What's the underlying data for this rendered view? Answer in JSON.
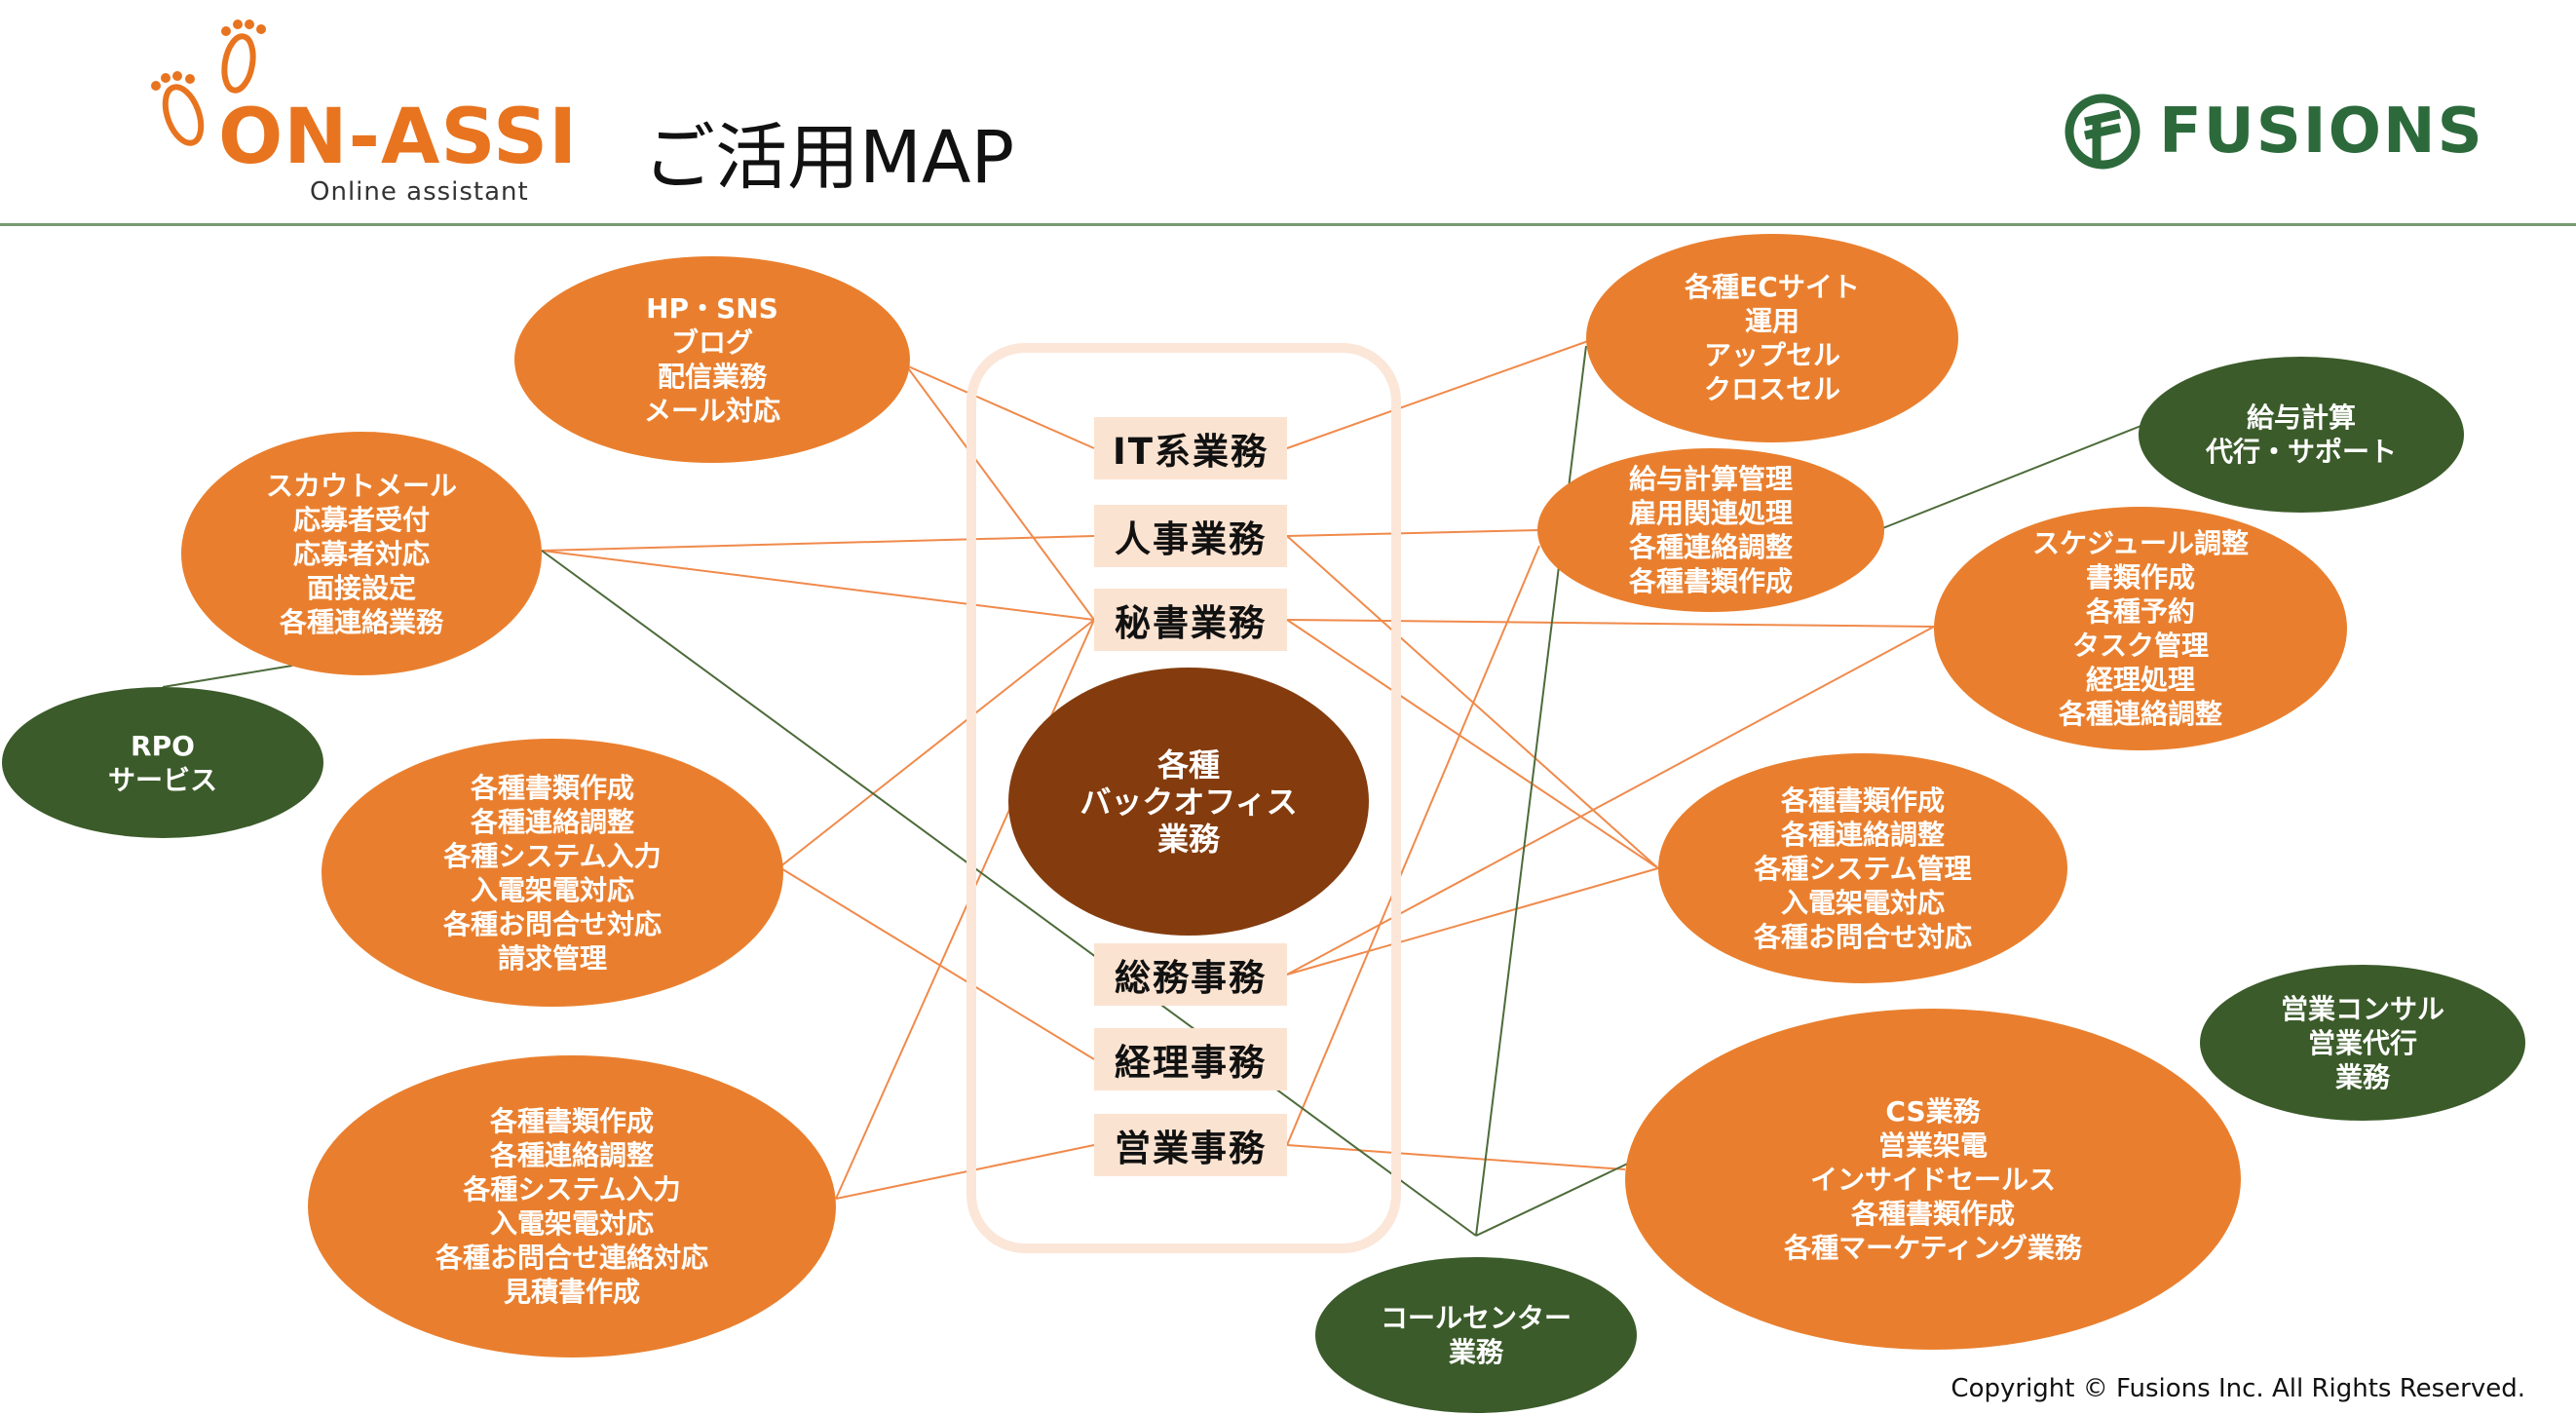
{
  "header": {
    "logo_text": "ON-ASSI",
    "logo_subtitle": "Online  assistant",
    "title": "ご活用MAP",
    "brand": "FUSIONS"
  },
  "colors": {
    "orange": "#e97f2e",
    "dark_green": "#3b5b2a",
    "brown_center": "#843c0e",
    "category_bg": "#fbe3d1",
    "brand_green": "#2c6a3c"
  },
  "center": {
    "lines": [
      "各種",
      "バックオフィス",
      "業務"
    ]
  },
  "categories": [
    {
      "id": "it",
      "label": "IT系業務"
    },
    {
      "id": "hr",
      "label": "人事業務"
    },
    {
      "id": "sec",
      "label": "秘書業務"
    },
    {
      "id": "ga",
      "label": "総務事務"
    },
    {
      "id": "acc",
      "label": "経理事務"
    },
    {
      "id": "sales",
      "label": "営業事務"
    }
  ],
  "bubbles": [
    {
      "id": "hp",
      "color": "orange",
      "lines": [
        "HP・SNS",
        "ブログ",
        "配信業務",
        "メール対応"
      ]
    },
    {
      "id": "scout",
      "color": "orange",
      "lines": [
        "スカウトメール",
        "応募者受付",
        "応募者対応",
        "面接設定",
        "各種連絡業務"
      ]
    },
    {
      "id": "rpo",
      "color": "green",
      "lines": [
        "RPO",
        "サービス"
      ]
    },
    {
      "id": "left_mid",
      "color": "orange",
      "lines": [
        "各種書類作成",
        "各種連絡調整",
        "各種システム入力",
        "入電架電対応",
        "各種お問合せ対応",
        "請求管理"
      ]
    },
    {
      "id": "left_bottom",
      "color": "orange",
      "lines": [
        "各種書類作成",
        "各種連絡調整",
        "各種システム入力",
        "入電架電対応",
        "各種お問合せ連絡対応",
        "見積書作成"
      ]
    },
    {
      "id": "callcenter",
      "color": "green",
      "lines": [
        "コールセンター",
        "業務"
      ]
    },
    {
      "id": "ec",
      "color": "orange",
      "lines": [
        "各種ECサイト",
        "運用",
        "アップセル",
        "クロスセル"
      ]
    },
    {
      "id": "payroll",
      "color": "orange",
      "lines": [
        "給与計算管理",
        "雇用関連処理",
        "各種連絡調整",
        "各種書類作成"
      ]
    },
    {
      "id": "payroll_svc",
      "color": "green",
      "lines": [
        "給与計算",
        "代行・サポート"
      ]
    },
    {
      "id": "schedule",
      "color": "orange",
      "lines": [
        "スケジュール調整",
        "書類作成",
        "各種予約",
        "タスク管理",
        "経理処理",
        "各種連絡調整"
      ]
    },
    {
      "id": "right_mid",
      "color": "orange",
      "lines": [
        "各種書類作成",
        "各種連絡調整",
        "各種システム管理",
        "入電架電対応",
        "各種お問合せ対応"
      ]
    },
    {
      "id": "consul",
      "color": "green",
      "lines": [
        "営業コンサル",
        "営業代行",
        "業務"
      ]
    },
    {
      "id": "cs",
      "color": "orange",
      "lines": [
        "CS業務",
        "営業架電",
        "インサイドセールス",
        "各種書類作成",
        "各種マーケティング業務"
      ]
    }
  ],
  "copyright": "Copyright © Fusions Inc. All Rights Reserved."
}
